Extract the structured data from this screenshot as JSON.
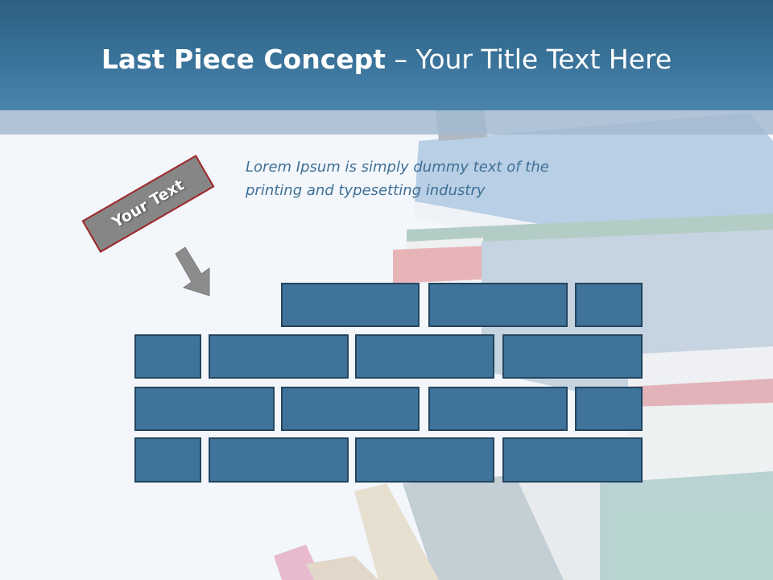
{
  "header": {
    "title_bold": "Last Piece Concept",
    "title_rest": " – Your Title Text Here"
  },
  "body": {
    "lorem_line1": "Lorem Ipsum is simply dummy text of the",
    "lorem_line2": "printing and typesetting industry"
  },
  "label": {
    "text": "Your Text"
  },
  "colors": {
    "header": "#3a739a",
    "brick": "#3f739a",
    "brick_border": "#24455f",
    "label_fill": "#868686",
    "label_border": "#a0282b",
    "lorem_text": "#3f6f95"
  },
  "icons": {
    "arrow": "down-right-arrow-icon"
  }
}
